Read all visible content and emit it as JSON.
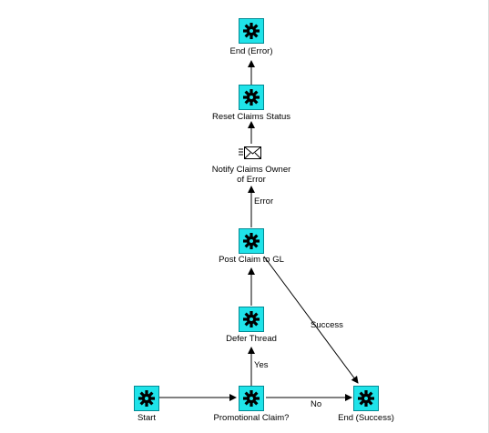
{
  "diagram": {
    "nodes": {
      "end_error": {
        "label": "End (Error)",
        "icon": "gear-icon"
      },
      "reset": {
        "label": "Reset Claims Status",
        "icon": "gear-icon"
      },
      "notify": {
        "label_line1": "Notify Claims Owner",
        "label_line2": "of Error",
        "icon": "envelope-icon"
      },
      "post": {
        "label": "Post Claim to GL",
        "icon": "gear-icon"
      },
      "defer": {
        "label": "Defer Thread",
        "icon": "gear-icon"
      },
      "start": {
        "label": "Start",
        "icon": "gear-icon"
      },
      "promo": {
        "label": "Promotional Claim?",
        "icon": "gear-icon"
      },
      "end_success": {
        "label": "End (Success)",
        "icon": "gear-icon"
      }
    },
    "edges": {
      "error_label": "Error",
      "yes_label": "Yes",
      "no_label": "No",
      "success_label": "Success"
    },
    "colors": {
      "node_fill": "#1fe3e9",
      "node_border": "#008a94",
      "edge": "#000000"
    }
  }
}
